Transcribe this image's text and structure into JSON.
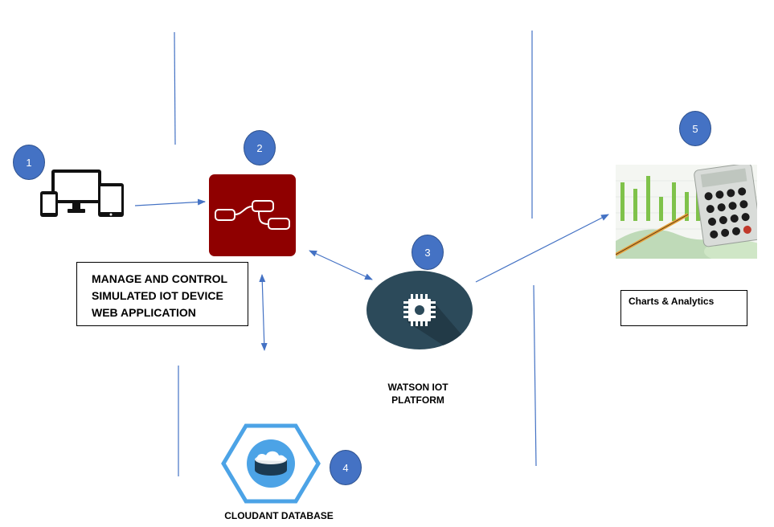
{
  "badges": {
    "b1": "1",
    "b2": "2",
    "b3": "3",
    "b4": "4",
    "b5": "5"
  },
  "labels": {
    "manage_box": [
      "MANAGE AND CONTROL",
      "SIMULATED IOT DEVICE",
      "WEB APPLICATION"
    ],
    "watson": [
      "WATSON IOT",
      "PLATFORM"
    ],
    "cloudant": "CLOUDANT DATABASE",
    "charts": "Charts & Analytics"
  },
  "icons": {
    "devices": "devices-icon",
    "node_red": "node-red-icon",
    "watson": "chip-icon",
    "cloudant": "cloud-database-icon",
    "charts": "charts-analytics-image"
  },
  "colors": {
    "badge": "#4472c4",
    "arrow": "#4472c4",
    "node_red": "#8f0000",
    "watson": "#2c4a5a",
    "cloudant": "#4ca3e6"
  }
}
